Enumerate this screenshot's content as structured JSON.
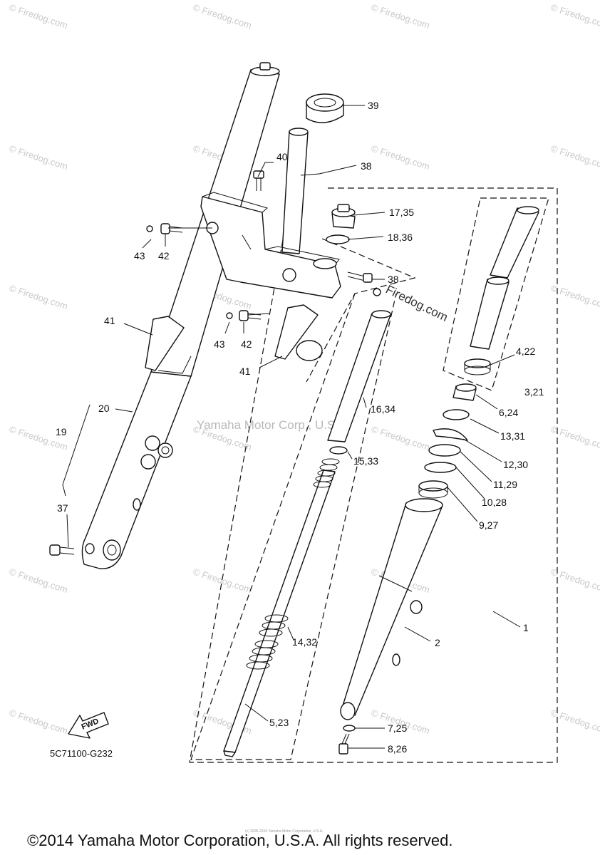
{
  "diagram": {
    "part_labels": {
      "p39": "39",
      "p40": "40",
      "p38a": "38",
      "p17": "17,35",
      "p18": "18,36",
      "p38b": "38",
      "p43a": "43",
      "p42a": "42",
      "p43b": "43",
      "p42b": "42",
      "p41a": "41",
      "p41b": "41",
      "p422": "4,22",
      "p321": "3,21",
      "p624": "6,24",
      "p1331": "13,31",
      "p1230": "12,30",
      "p1129": "11,29",
      "p1028": "10,28",
      "p927": "9,27",
      "p1634": "16,34",
      "p1533": "15,33",
      "p1432": "14,32",
      "p523": "5,23",
      "p725": "7,25",
      "p826": "8,26",
      "p20": "20",
      "p19": "19",
      "p37": "37",
      "p1": "1",
      "p2": "2"
    },
    "fwd_label": "FWD",
    "diagram_code": "5C71100-G232",
    "center_watermark": "Yamaha Motor Corp., U.S.A.",
    "watermark_text": "Firedog.com",
    "watermark_symbol": "©",
    "diagonal_watermark": "© Firedog.com",
    "tiny_notice": "(c) 2005-2016 Yamaha Motor Corporation, U.S.A.",
    "copyright": "©2014 Yamaha Motor Corporation, U.S.A. All rights reserved."
  },
  "colors": {
    "line": "#111111",
    "watermark": "#c9c9c9",
    "background": "#ffffff"
  }
}
